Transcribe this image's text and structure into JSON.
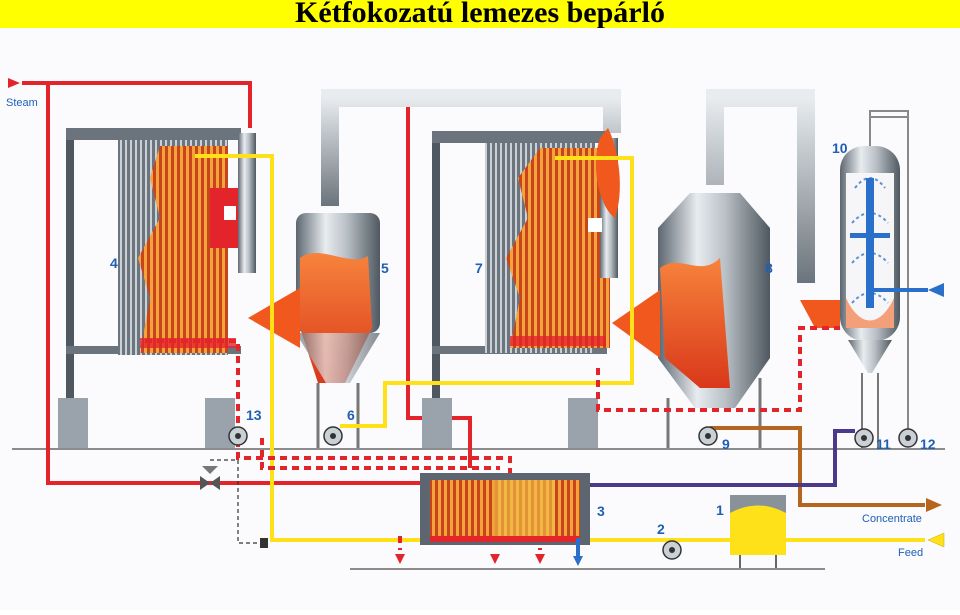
{
  "title": "Kétfokozatú lemezes bepárló",
  "labels": {
    "steam": "Steam",
    "concentrate": "Concentrate",
    "feed": "Feed"
  },
  "numbers": [
    "1",
    "2",
    "3",
    "4",
    "5",
    "6",
    "7",
    "8",
    "9",
    "10",
    "11",
    "12",
    "13"
  ],
  "colors": {
    "title_bg": "#ffff00",
    "steam_line": "#e3242b",
    "product_line": "#ffe11a",
    "vapor_dashed": "#e3242b",
    "concentrate_line": "#b5651d",
    "cooling_water": "#2a6fc9",
    "water_return": "#4b3a8c",
    "equipment_steel": "#9aa3ab",
    "hot_product": "#f0581e"
  },
  "icons": [
    "steam-inlet-arrow-icon",
    "concentrate-outlet-arrow-icon",
    "feed-inlet-arrow-icon",
    "cooling-water-inlet-arrow-icon",
    "pump-icon",
    "control-valve-icon",
    "drain-arrow-icon"
  ]
}
